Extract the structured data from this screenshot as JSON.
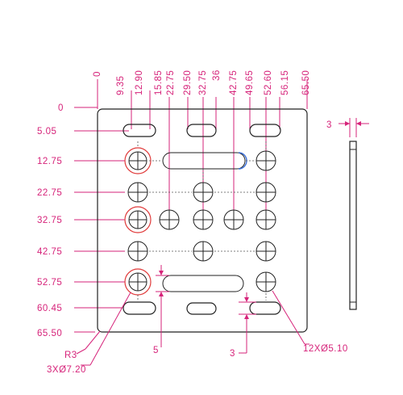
{
  "top_dims": [
    "0",
    "9.35",
    "12.90",
    "15.85",
    "22.75",
    "29.50",
    "32.75",
    "36",
    "42.75",
    "49.65",
    "52.60",
    "56.15",
    "65.50"
  ],
  "left_dims": [
    "0",
    "5.05",
    "12.75",
    "22.75",
    "32.75",
    "42.75",
    "52.75",
    "60.45",
    "65.50"
  ],
  "callouts": {
    "radius": "R3",
    "large_holes": "3XØ7.20",
    "slot_gap": "5",
    "gap3": "3",
    "small_holes": "12XØ5.10",
    "thickness": "3"
  },
  "colors": {
    "dimension": "#d6237a",
    "part": "#222222",
    "highlight_red": "#e03a3a",
    "highlight_blue": "#3a6fd8"
  }
}
